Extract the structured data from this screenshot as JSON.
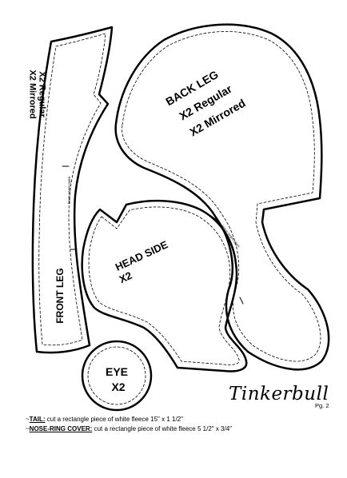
{
  "pieces": {
    "front_leg": {
      "name": "FRONT LEG",
      "count_regular": "X2 Regular",
      "count_mirrored": "X2 Mirrored",
      "seam_note": "leave seam open"
    },
    "back_leg": {
      "name": "BACK LEG",
      "count_regular": "X2 Regular",
      "count_mirrored": "X2 Mirrored",
      "seam_note": "leave seam open"
    },
    "head_side": {
      "name": "HEAD SIDE",
      "count": "X2"
    },
    "eye": {
      "name": "EYE",
      "count": "X2"
    }
  },
  "brand": "Tinkerbull",
  "page_number": "Pg. 2",
  "notes": [
    {
      "prefix": "~",
      "label": "TAIL:",
      "text": " cut a rectangle piece of white fleece 15\" x 1 1/2\""
    },
    {
      "prefix": "~",
      "label": "NOSE-RING COVER:",
      "text": " cut a rectangle piece of white fleece 5 1/2\" x 3/4\""
    }
  ]
}
